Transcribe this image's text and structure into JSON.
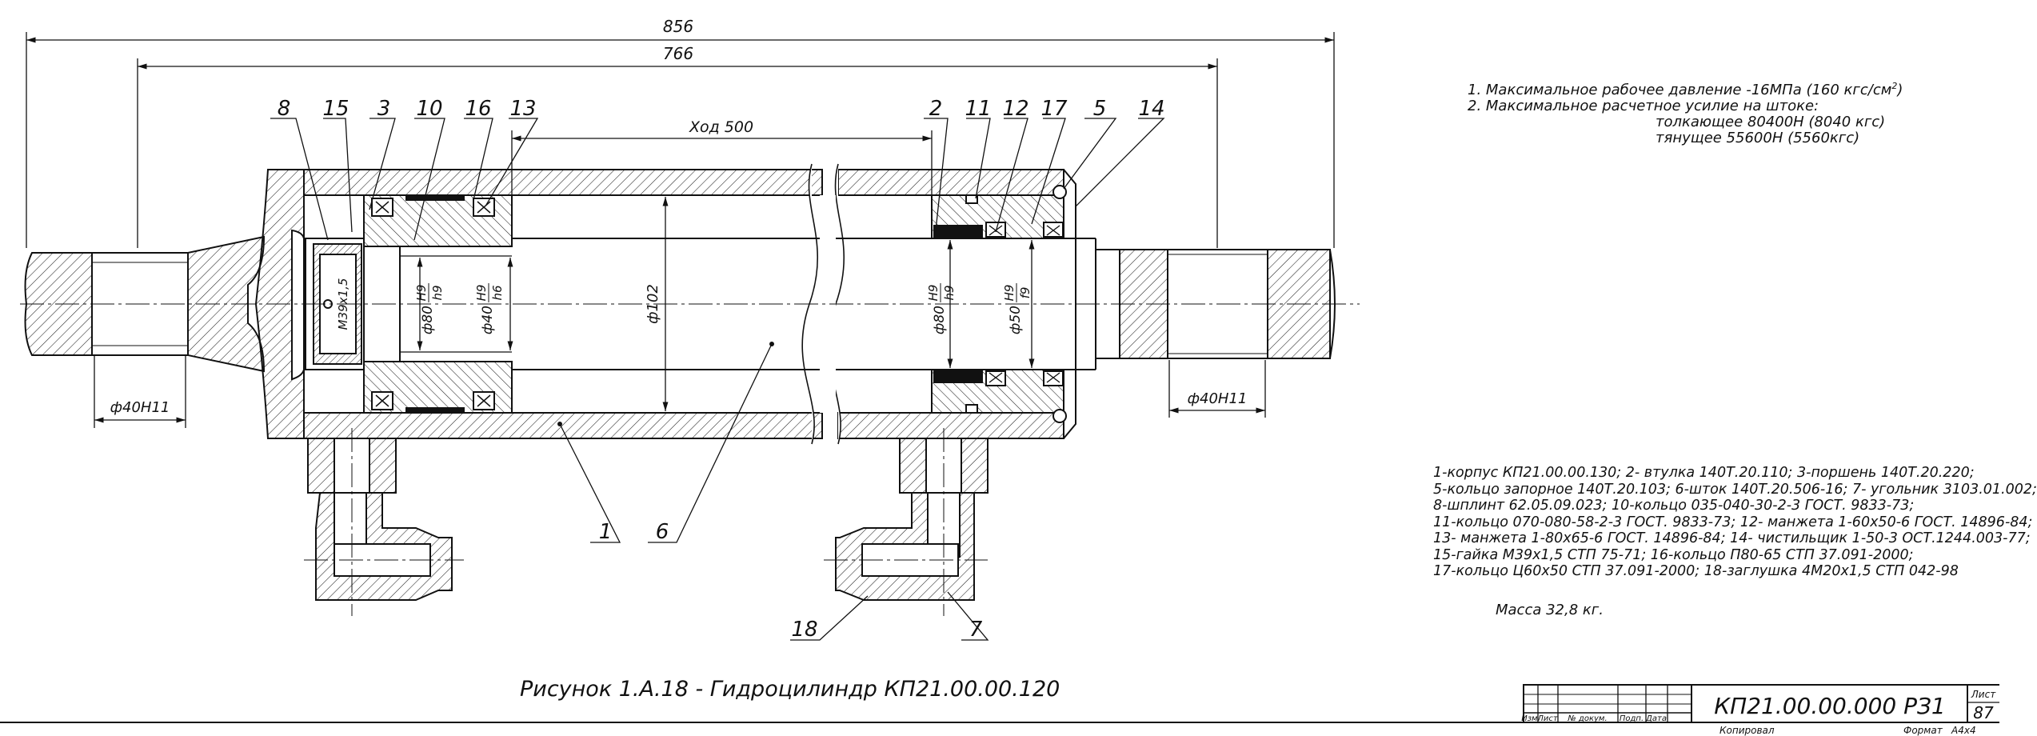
{
  "dimensions": {
    "overall": "856",
    "body": "766",
    "stroke": "Ход 500",
    "eye_left": "ф40Н11",
    "eye_right": "ф40Н11",
    "bore": "ф102",
    "thread": "М39х1,5",
    "piston_rod_fit": {
      "d": "ф80",
      "num": "Н9",
      "den": "h9"
    },
    "piston_bore_fit": {
      "d": "ф40",
      "num": "Н9",
      "den": "h6"
    },
    "gland_fit": {
      "d": "ф80",
      "num": "Н9",
      "den": "h9"
    },
    "rod_fit": {
      "d": "ф50",
      "num": "Н9",
      "den": "f9"
    }
  },
  "callouts": [
    "8",
    "15",
    "3",
    "10",
    "16",
    "13",
    "2",
    "11",
    "12",
    "17",
    "5",
    "14",
    "1",
    "6",
    "18",
    "7"
  ],
  "notes": {
    "line1_pre": "1. Максимальное рабочее давление -16МПа (160 кгс/см",
    "line1_sup": "2",
    "line1_post": ")",
    "line2": "2. Максимальное расчетное усилие на штоке:",
    "line3": "толкающее 80400Н (8040 кгс)",
    "line4": "тянущее 55600Н (5560кгс)"
  },
  "legend": [
    "1-корпус КП21.00.00.130;  2- втулка 140Т.20.110;  3-поршень 140Т.20.220;",
    "5-кольцо запорное 140Т.20.103;  6-шток 140Т.20.506-16;  7- угольник 3103.01.002;",
    "8-шплинт 62.05.09.023;  10-кольцо 035-040-30-2-3 ГОСТ. 9833-73;",
    "11-кольцо 070-080-58-2-3 ГОСТ. 9833-73;  12- манжета 1-60х50-6 ГОСТ. 14896-84;",
    "13- манжета 1-80х65-6 ГОСТ. 14896-84;  14- чистильщик 1-50-3 ОСТ.1244.003-77;",
    "15-гайка М39х1,5 СТП 75-71;  16-кольцо П80-65 СТП 37.091-2000;",
    "17-кольцо Ц60х50 СТП 37.091-2000;  18-заглушка 4М20х1,5 СТП 042-98"
  ],
  "mass": "Масса 32,8 кг.",
  "caption": "Рисунок  1.А.18  -  Гидроцилиндр  КП21.00.00.120",
  "title_block": {
    "designation": "КП21.00.00.000 РЗ1",
    "sheet_label": "Лист",
    "sheet_no": "87",
    "cols": [
      "Изм.",
      "Лист",
      "№ докум.",
      "Подп.",
      "Дата"
    ],
    "copied": "Копировал",
    "format_label": "Формат",
    "format": "А4х4"
  }
}
